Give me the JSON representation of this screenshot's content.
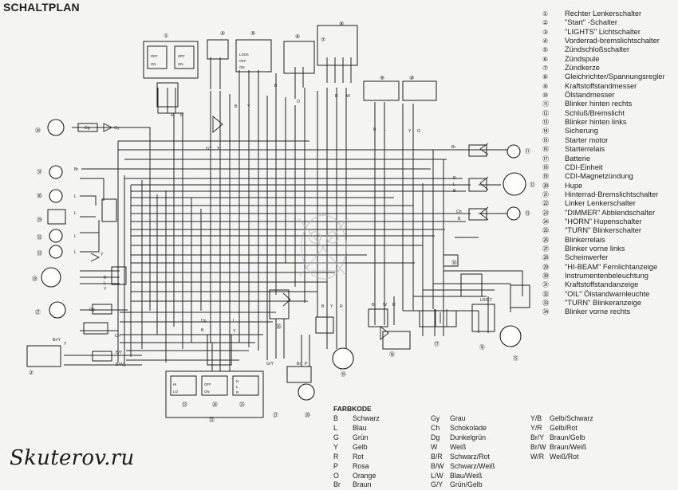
{
  "title": "SCHALTPLAN",
  "watermark": "Skuterov.ru",
  "legend_items": [
    {
      "num": "①",
      "text": "Rechter Lenkerschalter"
    },
    {
      "num": "②",
      "text": "\"Start\" -Schalter"
    },
    {
      "num": "③",
      "text": "\"LIGHTS\" Lichtschalter"
    },
    {
      "num": "④",
      "text": "Vorderrad-bremslichtschalter"
    },
    {
      "num": "⑤",
      "text": "Zündschloßschalter"
    },
    {
      "num": "⑥",
      "text": "Zündspule"
    },
    {
      "num": "⑦",
      "text": "Zündkerze"
    },
    {
      "num": "⑧",
      "text": "Gleichrichter/Spannungsregler"
    },
    {
      "num": "⑨",
      "text": "Kraftstoffstandmesser"
    },
    {
      "num": "⑩",
      "text": "Ölstandmesser"
    },
    {
      "num": "⑪",
      "text": "Blinker hinten rechts"
    },
    {
      "num": "⑫",
      "text": "Schluß/Bremslicht"
    },
    {
      "num": "⑬",
      "text": "Blinker hinten links"
    },
    {
      "num": "⑭",
      "text": "Sicherung"
    },
    {
      "num": "⑮",
      "text": "Starter motor"
    },
    {
      "num": "⑯",
      "text": "Starterrelais"
    },
    {
      "num": "⑰",
      "text": "Batterie"
    },
    {
      "num": "⑱",
      "text": "CDI-Einheit"
    },
    {
      "num": "⑲",
      "text": "CDI-Magnetzündung"
    },
    {
      "num": "⑳",
      "text": "Hupe"
    },
    {
      "num": "㉑",
      "text": "Hinterrad-Bremslichtschalter"
    },
    {
      "num": "㉒",
      "text": "Linker Lenkerschalter"
    },
    {
      "num": "㉓",
      "text": "\"DIMMER\" Abblendschalter"
    },
    {
      "num": "㉔",
      "text": "\"HORN\" Hupenschalter"
    },
    {
      "num": "㉕",
      "text": "\"TURN\" Blinkerschalter"
    },
    {
      "num": "㉖",
      "text": "Blinkerrelais"
    },
    {
      "num": "㉗",
      "text": "Blinker vorne links"
    },
    {
      "num": "㉘",
      "text": "Scheinwerfer"
    },
    {
      "num": "㉙",
      "text": "\"HI-BEAM\" Fernlichtanzeige"
    },
    {
      "num": "㉚",
      "text": "Instrumentenbeleuchtung"
    },
    {
      "num": "㉛",
      "text": "Kraftstoffstandanzeige"
    },
    {
      "num": "㉜",
      "text": "\"OIL\" Ölstandwarnleuchte"
    },
    {
      "num": "㉝",
      "text": "\"TURN\" Blinkeranzeige"
    },
    {
      "num": "㉞",
      "text": "Blinker vorne rechts"
    }
  ],
  "farbkode": {
    "title": "FARBKODE",
    "columns": [
      [
        {
          "code": "B",
          "name": "Schwarz"
        },
        {
          "code": "L",
          "name": "Blau"
        },
        {
          "code": "G",
          "name": "Grün"
        },
        {
          "code": "Y",
          "name": "Gelb"
        },
        {
          "code": "R",
          "name": "Rot"
        },
        {
          "code": "P",
          "name": "Rosa"
        },
        {
          "code": "O",
          "name": "Orange"
        },
        {
          "code": "Br",
          "name": "Braun"
        }
      ],
      [
        {
          "code": "Gy",
          "name": "Grau"
        },
        {
          "code": "Ch",
          "name": "Schokolade"
        },
        {
          "code": "Dg",
          "name": "Dunkelgrün"
        },
        {
          "code": "W",
          "name": "Weiß"
        },
        {
          "code": "B/R",
          "name": "Schwarz/Rot"
        },
        {
          "code": "B/W",
          "name": "Schwarz/Weiß"
        },
        {
          "code": "L/W",
          "name": "Blau/Weiß"
        },
        {
          "code": "G/Y",
          "name": "Grün/Gelb"
        }
      ],
      [
        {
          "code": "Y/B",
          "name": "Gelb/Schwarz"
        },
        {
          "code": "Y/R",
          "name": "Gelb/Rot"
        },
        {
          "code": "Br/Y",
          "name": "Braun/Gelb"
        },
        {
          "code": "Br/W",
          "name": "Braun/Weiß"
        },
        {
          "code": "W/R",
          "name": "Weiß/Rot"
        }
      ]
    ]
  },
  "switch_labels": {
    "off": "OFF",
    "on": "ON",
    "lock": "LOCK",
    "hi": "HI",
    "lo": "LO",
    "n": "N",
    "l": "L",
    "r": "R"
  },
  "wire_labels": [
    "B",
    "L",
    "G",
    "Y",
    "R",
    "Br",
    "Gy",
    "Dg",
    "Ch",
    "B/W",
    "Y/B",
    "Y/R",
    "Br/Y",
    "Br/W",
    "L/W",
    "G/Y",
    "W/R",
    "R/W",
    "B/R",
    "O",
    "P"
  ],
  "colors": {
    "ink": "#1e1e1e",
    "paper": "#f4f4f2",
    "watermark_gray": "#c9c9c9"
  }
}
